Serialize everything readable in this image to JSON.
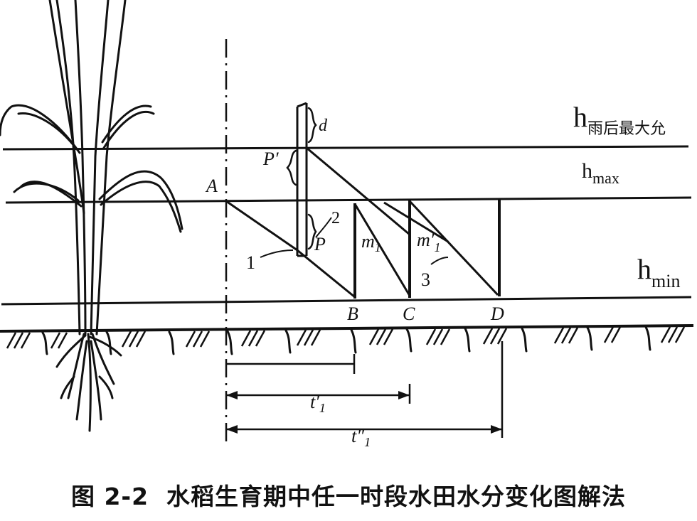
{
  "diagram": {
    "levels": {
      "h_rain_max": {
        "base": "h",
        "sub": "雨后最大允"
      },
      "h_max": {
        "base": "h",
        "sub": "max"
      },
      "h_min": {
        "base": "h",
        "sub": "min"
      }
    },
    "points": {
      "A": "A",
      "B": "B",
      "C": "C",
      "D": "D"
    },
    "labels": {
      "d": "d",
      "P_prime": "P′",
      "P": "P",
      "m1": "m",
      "m1_sub": "1",
      "m1_prime": "m′",
      "m1_prime_sub": "1",
      "n1": "1",
      "n2": "2",
      "n3": "3",
      "t1_prime": "t′",
      "t1_prime_sub": "1",
      "t1_dprime": "t″",
      "t1_dprime_sub": "1"
    },
    "colors": {
      "ink": "#111111",
      "background": "#ffffff"
    }
  },
  "caption": {
    "text": "图 2-2  水稻生育期中任一时段水田水分变化图解法"
  }
}
